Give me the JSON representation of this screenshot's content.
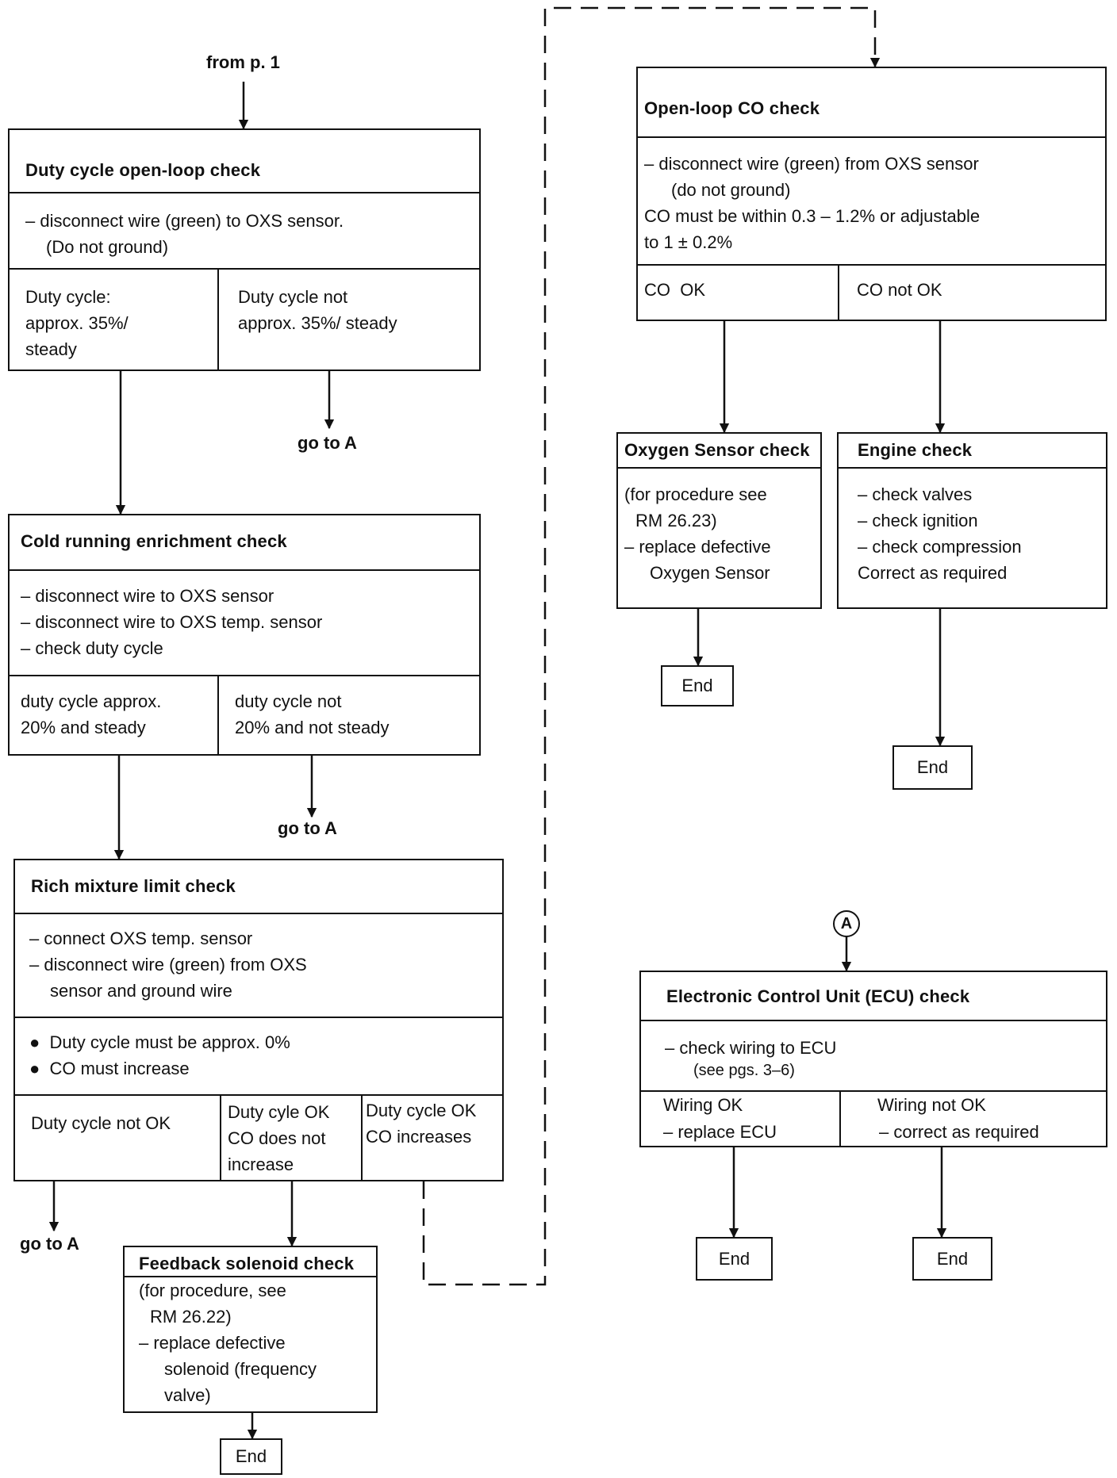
{
  "entry_label": "from p. 1",
  "goto_label": "go to A",
  "end_label": "End",
  "connector_label": "A",
  "duty_open_loop": {
    "title": "Duty cycle open-loop check",
    "steps": [
      "– disconnect wire (green) to OXS sensor.",
      "(Do not ground)"
    ],
    "outcome_ok": [
      "Duty cycle:",
      "approx. 35%/",
      "steady"
    ],
    "outcome_not_ok": [
      "Duty cycle not",
      "approx. 35%/ steady"
    ]
  },
  "cold_running": {
    "title": "Cold running enrichment check",
    "steps": [
      "– disconnect wire to OXS sensor",
      "– disconnect wire to OXS temp. sensor",
      "– check duty cycle"
    ],
    "outcome_ok": [
      "duty cycle approx.",
      "20% and steady"
    ],
    "outcome_not_ok": [
      "duty cycle not",
      "20% and not steady"
    ]
  },
  "rich_mixture": {
    "title": "Rich mixture limit check",
    "steps": [
      "– connect OXS temp. sensor",
      "– disconnect wire (green) from OXS",
      "sensor and ground wire"
    ],
    "requirements": [
      "Duty cycle must be approx. 0%",
      "CO must increase"
    ],
    "outcome_duty_not_ok": [
      "Duty cycle not OK"
    ],
    "outcome_co_no_increase": [
      "Duty cyle OK",
      "CO does not",
      "increase"
    ],
    "outcome_co_increases": [
      "Duty cycle OK",
      "CO increases"
    ]
  },
  "feedback_solenoid": {
    "title": "Feedback solenoid check",
    "steps": [
      "(for procedure, see",
      "RM 26.22)",
      "– replace defective",
      "solenoid (frequency",
      "valve)"
    ]
  },
  "open_loop_co": {
    "title": "Open-loop CO check",
    "steps": [
      "– disconnect wire (green) from OXS sensor",
      "(do not ground)",
      "CO must be within 0.3 – 1.2% or adjustable",
      "to 1 ± 0.2%"
    ],
    "outcome_ok": [
      "CO  OK"
    ],
    "outcome_not_ok": [
      "CO not OK"
    ]
  },
  "oxygen_sensor": {
    "title": "Oxygen Sensor check",
    "steps": [
      "(for procedure see",
      "RM 26.23)",
      "– replace defective",
      "Oxygen Sensor"
    ]
  },
  "engine": {
    "title": "Engine check",
    "steps": [
      "– check valves",
      "– check ignition",
      "– check compression",
      "Correct as required"
    ]
  },
  "ecu": {
    "title": "Electronic Control Unit (ECU) check",
    "steps": [
      "– check wiring to ECU",
      "(see pgs. 3–6)"
    ],
    "outcome_ok": [
      "Wiring OK",
      "– replace ECU"
    ],
    "outcome_not_ok": [
      "Wiring not OK",
      "– correct as required"
    ]
  }
}
